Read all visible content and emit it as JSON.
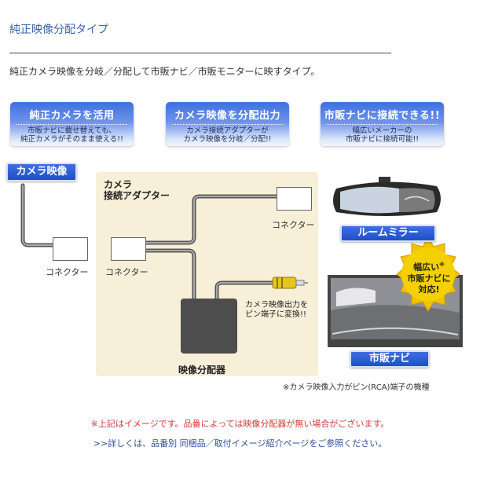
{
  "header": {
    "title": "純正映像分配タイプ",
    "intro": "純正カメラ映像を分岐／分配して市販ナビ／市販モニターに映すタイプ。"
  },
  "features": [
    {
      "heading": "純正カメラを活用",
      "line1": "市販ナビに載せ替えても、",
      "line2": "純正カメラがそのまま使える!!"
    },
    {
      "heading": "カメラ映像を分配出力",
      "line1": "カメラ接続アダプターが",
      "line2": "カメラ映像を分岐／分配!!"
    },
    {
      "heading": "市販ナビに接続できる!!",
      "line1": "幅広いメーカーの",
      "line2": "市販ナビに接続可能!!"
    }
  ],
  "diagram": {
    "camera_label": "カメラ映像",
    "adapter_title_line1": "カメラ",
    "adapter_title_line2": "接続アダプター",
    "connector_label": "コネクター",
    "splitter_label": "映像分配器",
    "conversion_note_line1": "カメラ映像出力を",
    "conversion_note_line2": "ピン端子に変換!!",
    "mirror_label": "ルームミラー",
    "navi_label": "市販ナビ",
    "badge_line1": "幅広い",
    "badge_mark": "※",
    "badge_line2": "市販ナビに対応!",
    "rca_note": "※カメラ映像入力がピン(RCA)端子の機種",
    "colors": {
      "accent_blue": "#2f5fd0",
      "adapter_bg": "#f8efd9",
      "rca_yellow": "#e8c51a",
      "splitter": "#4d4d4d"
    }
  },
  "footer": {
    "note_red": "※上記はイメージです。品番によっては映像分配器が無い場合がございます。",
    "note_blue": ">>詳しくは、品番別 同梱品／取付イメージ紹介ページをご参照ください。"
  }
}
